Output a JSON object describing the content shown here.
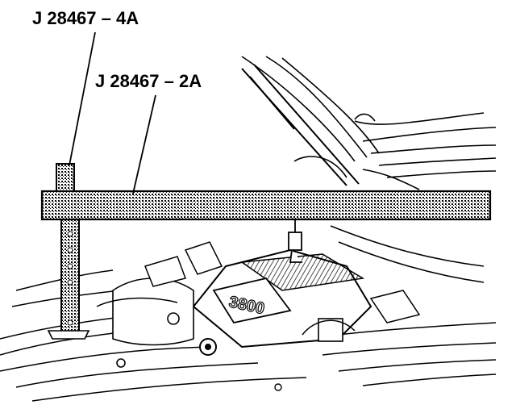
{
  "figure": {
    "callouts": [
      {
        "id": "tool-4a",
        "text": "J 28467 – 4A"
      },
      {
        "id": "tool-2a",
        "text": "J 28467 – 2A"
      }
    ],
    "engine_cover_text": "3800"
  }
}
